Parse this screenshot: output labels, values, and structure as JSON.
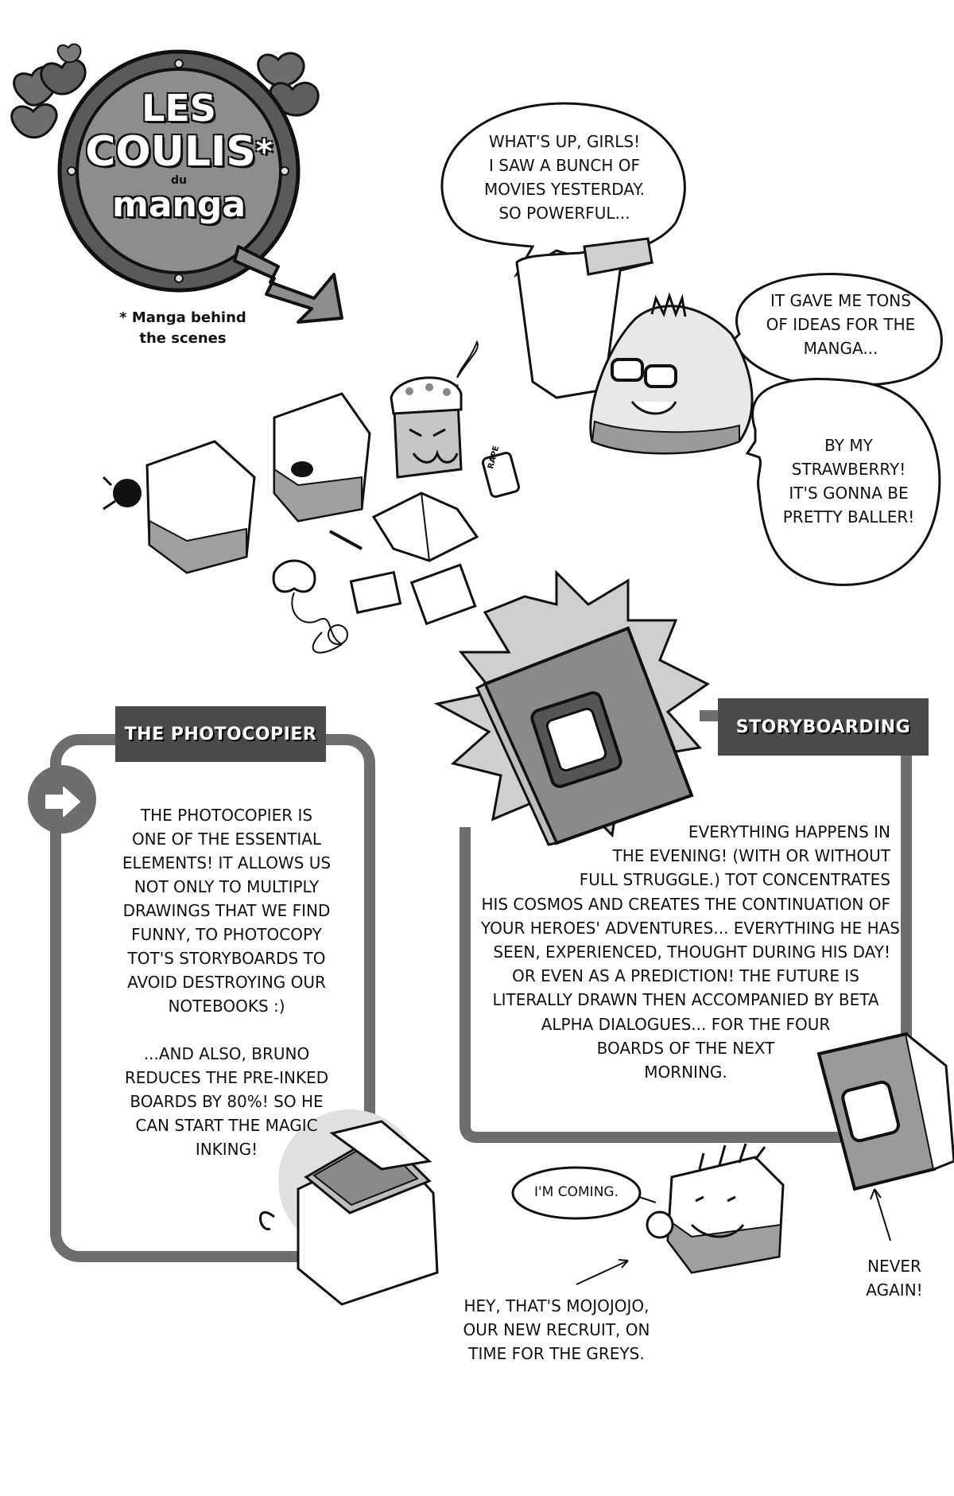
{
  "logo": {
    "line1": "LES",
    "line2": "COULIS",
    "line3": "du",
    "line4": "manga",
    "asterisk": "*"
  },
  "footnote": {
    "line1": "* Manga behind",
    "line2": "the scenes"
  },
  "bubbles": {
    "whats_up": [
      "WHAT'S UP, GIRLS!",
      "I SAW A BUNCH OF",
      "MOVIES YESTERDAY.",
      "SO POWERFUL..."
    ],
    "ideas": [
      "IT GAVE ME TONS",
      "OF IDEAS FOR THE",
      "MANGA..."
    ],
    "strawberry": [
      "BY MY",
      "STRAWBERRY!",
      "IT'S GONNA BE",
      "PRETTY BALLER!"
    ],
    "coming": "I'M COMING."
  },
  "photocopier": {
    "title": "THE PHOTOCOPIER",
    "paragraph1": [
      "THE PHOTOCOPIER IS",
      "ONE OF THE ESSENTIAL",
      "ELEMENTS! IT ALLOWS US",
      "NOT ONLY TO MULTIPLY",
      "DRAWINGS THAT WE FIND",
      "FUNNY, TO PHOTOCOPY",
      "TOT'S STORYBOARDS TO",
      "AVOID DESTROYING OUR",
      "NOTEBOOKS :)"
    ],
    "paragraph2": [
      "...AND ALSO, BRUNO",
      "REDUCES THE PRE-INKED",
      "BOARDS BY 80%! SO HE",
      "CAN START THE MAGIC",
      "INKING!"
    ]
  },
  "storyboarding": {
    "title": "STORYBOARDING",
    "lines": [
      "EVERYTHING HAPPENS IN",
      "THE EVENING! (WITH OR WITHOUT",
      "FULL STRUGGLE.) TOT CONCENTRATES",
      "HIS COSMOS AND CREATES THE CONTINUATION OF",
      "YOUR HEROES' ADVENTURES... EVERYTHING HE HAS",
      "SEEN, EXPERIENCED, THOUGHT DURING HIS DAY!",
      "OR EVEN AS A PREDICTION! THE FUTURE IS",
      "LITERALLY DRAWN THEN ACCOMPANIED BY BETA",
      "ALPHA DIALOGUES... FOR THE FOUR",
      "BOARDS OF THE NEXT",
      "MORNING."
    ]
  },
  "captions": {
    "mojojojo": [
      "HEY, THAT'S MOJOJOJO,",
      "OUR NEW RECRUIT, ON",
      "TIME FOR THE GREYS."
    ],
    "never_again": [
      "NEVER",
      "AGAIN!"
    ]
  },
  "props": {
    "can_label": "RAPE"
  },
  "colors": {
    "dark_gray": "#4a4a4a",
    "mid_gray": "#8a8a8a",
    "light_gray": "#c8c8c8",
    "ink": "#111111"
  }
}
